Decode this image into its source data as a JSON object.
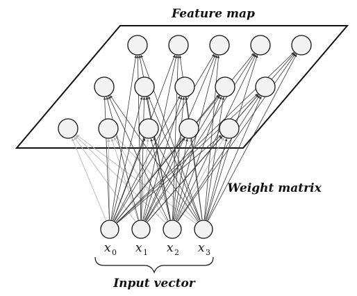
{
  "labels": {
    "feature_map": "Feature map",
    "weight_matrix": "Weight matrix",
    "input_vector": "Input vector"
  },
  "inputs": [
    {
      "name": "x",
      "sub": "0"
    },
    {
      "name": "x",
      "sub": "1"
    },
    {
      "name": "x",
      "sub": "2"
    },
    {
      "name": "x",
      "sub": "3"
    }
  ],
  "feature_map": {
    "rows": 3,
    "nodes_per_row": 5
  },
  "colors": {
    "stroke": "#111111",
    "edge_dark": "#333333",
    "edge_light": "#b5b5b5",
    "node_fill": "#f2f2f2"
  }
}
